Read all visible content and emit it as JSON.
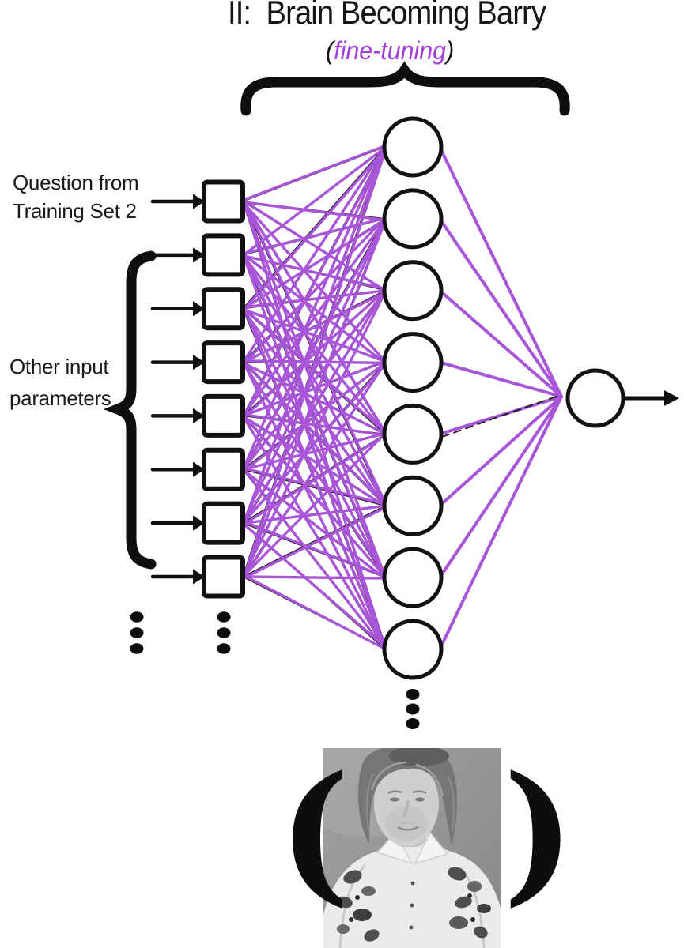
{
  "header": {
    "title": "II:  Brain Becoming Barry",
    "subtitle_open": "(",
    "subtitle": "fine-tuning",
    "subtitle_close": ")"
  },
  "labels": {
    "question_line1": "Question  from",
    "question_line2": "Training Set 2",
    "other_line1": "Other input",
    "other_line2": "parameters"
  },
  "network": {
    "type": "neural-network-diagram",
    "input_nodes": 8,
    "hidden_nodes": 8,
    "output_nodes": 1,
    "input_shape": "square",
    "hidden_shape": "circle",
    "output_shape": "circle",
    "connections": "fully-connected",
    "ellipsis_groups": 3
  },
  "colors": {
    "line_purple": "#A855D8",
    "subtitle_purple": "#A33CD9",
    "line_black": "#1B1B1B",
    "background": "#FFFFFF"
  },
  "photo": {
    "paren_open": "(",
    "paren_close": ")"
  }
}
